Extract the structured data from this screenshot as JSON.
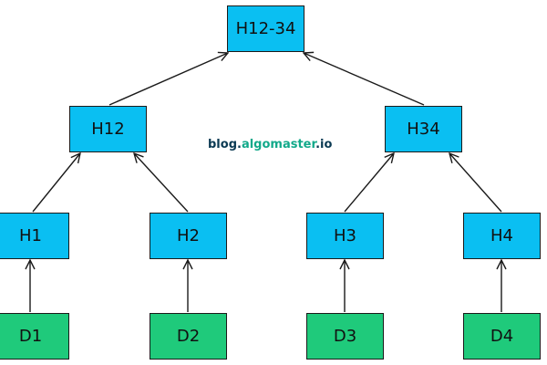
{
  "colors": {
    "hash_node": "#0abff2",
    "data_node": "#1fca7b",
    "edge": "#1a1a1a"
  },
  "tree": {
    "root": "H12-34",
    "level1": [
      "H12",
      "H34"
    ],
    "level2": [
      "H1",
      "H2",
      "H3",
      "H4"
    ],
    "leaves": [
      "D1",
      "D2",
      "D3",
      "D4"
    ]
  },
  "watermark": {
    "prefix": "blog.",
    "brand": "algomaster",
    "suffix": ".io"
  }
}
